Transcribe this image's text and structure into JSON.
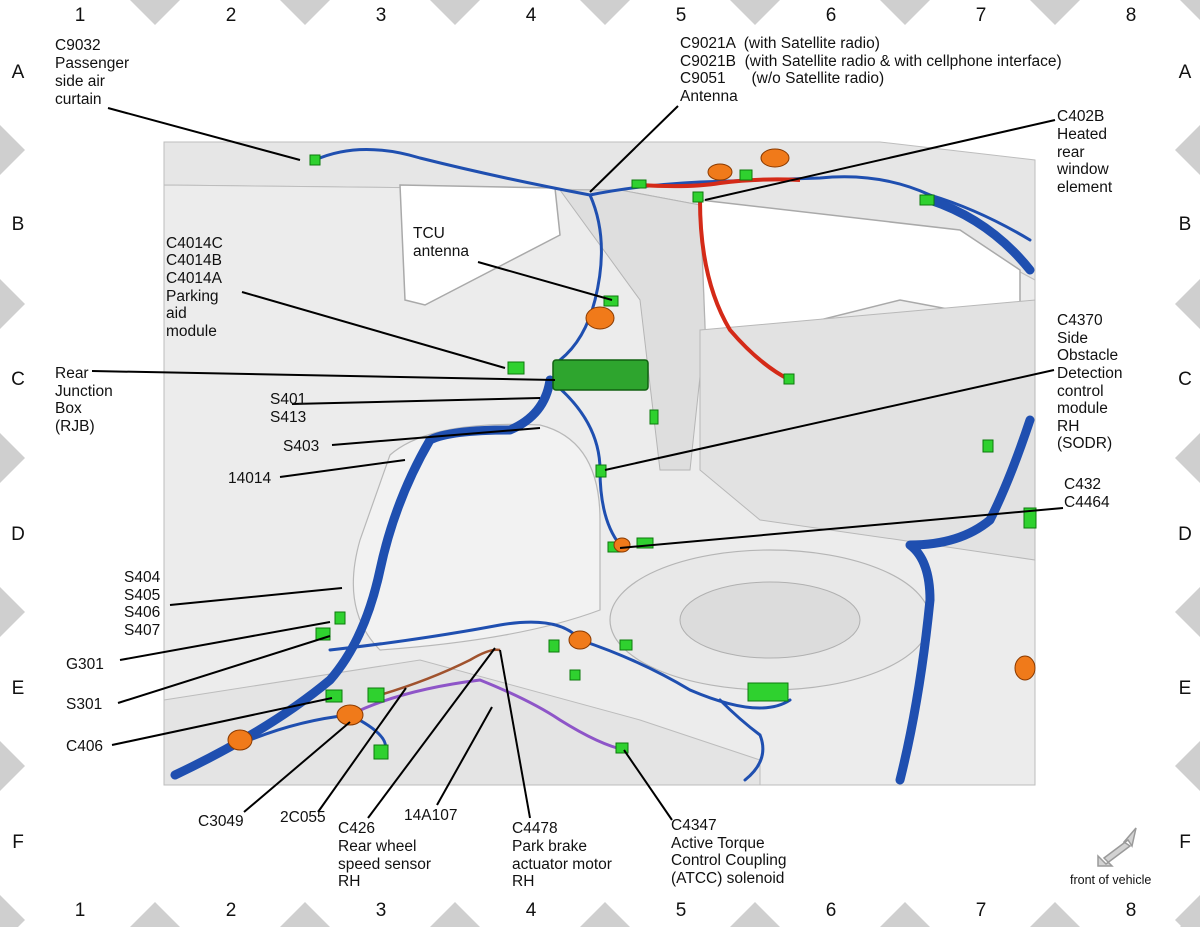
{
  "grid": {
    "columns": [
      "1",
      "2",
      "3",
      "4",
      "5",
      "6",
      "7",
      "8"
    ],
    "rows": [
      "A",
      "B",
      "C",
      "D",
      "E",
      "F"
    ]
  },
  "labels": {
    "c9032": [
      "C9032",
      "Passenger",
      "side air",
      "curtain"
    ],
    "antenna": [
      "C9021A  (with Satellite radio)",
      "C9021B  (with Satellite radio & with cellphone interface)",
      "C9051      (w/o Satellite radio)",
      "Antenna"
    ],
    "c402b": [
      "C402B",
      "Heated",
      "rear",
      "window",
      "element"
    ],
    "tcu": [
      "TCU",
      "antenna"
    ],
    "c4014": [
      "C4014C",
      "C4014B",
      "C4014A",
      "Parking",
      "aid",
      "module"
    ],
    "rjb": [
      "Rear",
      "Junction",
      "Box",
      "(RJB)"
    ],
    "s401": [
      "S401",
      "S413"
    ],
    "s403": [
      "S403"
    ],
    "h14014": [
      "14014"
    ],
    "c4370": [
      "C4370",
      "Side",
      "Obstacle",
      "Detection",
      "control",
      "module",
      "RH",
      "(SODR)"
    ],
    "c432": [
      "C432",
      "C4464"
    ],
    "s404": [
      "S404",
      "S405",
      "S406",
      "S407"
    ],
    "g301": [
      "G301"
    ],
    "s301": [
      "S301"
    ],
    "c406": [
      "C406"
    ],
    "c3049": [
      "C3049"
    ],
    "c2c055": [
      "2C055"
    ],
    "c426": [
      "C426",
      "Rear wheel",
      "speed sensor",
      "RH"
    ],
    "h14a107": [
      "14A107"
    ],
    "c4478": [
      "C4478",
      "Park brake",
      "actuator motor",
      "RH"
    ],
    "c4347": [
      "C4347",
      "Active Torque",
      "Control Coupling",
      "(ATCC) solenoid"
    ],
    "front": [
      "front of vehicle"
    ]
  },
  "colors": {
    "harness": "#1f4fb0",
    "connector": "#2fd12f",
    "grommet": "#f07a1a",
    "heated_window_wire": "#d42a18",
    "brake_cable": "#8e55c8",
    "body_panel": "#e4e4e4",
    "border_triangle": "#cfcfcf"
  }
}
